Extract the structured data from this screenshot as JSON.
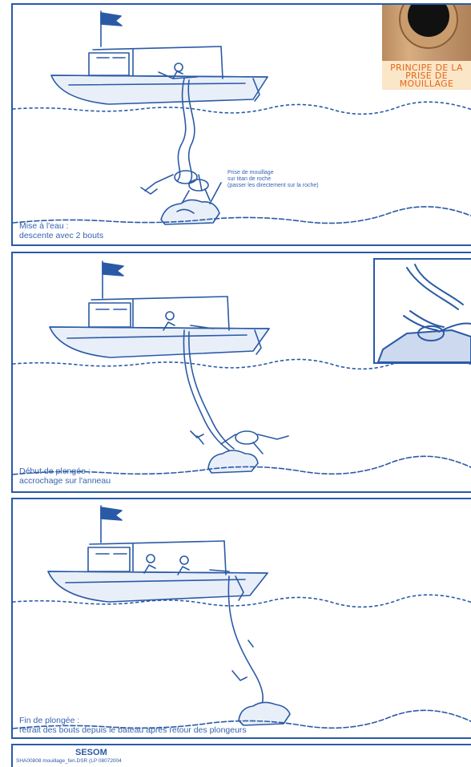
{
  "panels": [
    {
      "caption_line1": "Mise à l'eau :",
      "caption_line2": "descente avec 2 bouts",
      "note_line1": "Prise de mouillage",
      "note_line2": "sur titan de roche",
      "note_line3": "(passer les directement sur la roche)"
    },
    {
      "caption_line1": "Début de plongée :",
      "caption_line2": "accrochage sur l'anneau"
    },
    {
      "caption_line1": "Fin de plongée :",
      "caption_line2": "retrait des bouts depuis le bateau après retour des plongeurs"
    }
  ],
  "photo": {
    "title_line1": "PRINCIPE DE LA",
    "title_line2": "PRISE DE",
    "title_line3": "MOUILLAGE"
  },
  "footer": {
    "logo": "SESOM",
    "reference": "SHA00808 mouillage_fen.DSR (LP 08072004"
  },
  "colors": {
    "ink": "#2a5aa5",
    "photo_title": "#e4671a",
    "photo_background": "#fbe6c8"
  }
}
